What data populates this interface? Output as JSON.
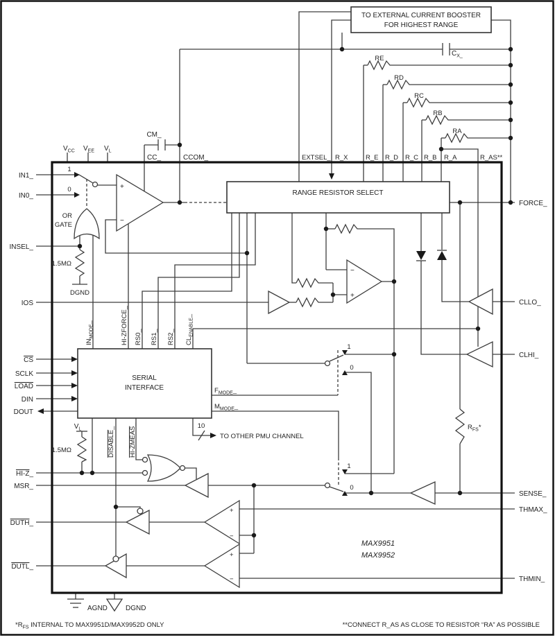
{
  "boxes": {
    "booster1": "TO EXTERNAL CURRENT BOOSTER",
    "booster2": "FOR HIGHEST RANGE",
    "range": "RANGE RESISTOR SELECT",
    "serial1": "SERIAL",
    "serial2": "INTERFACE"
  },
  "power": {
    "vcc_pre": "V",
    "vcc_sub": "CC",
    "vee_pre": "V",
    "vee_sub": "EE",
    "vl_pre": "V",
    "vl_sub": "L"
  },
  "caps": {
    "cm": "CM_",
    "cc": "CC_",
    "ccom": "CCOM_",
    "cx_pre": "C",
    "cx_sub": "X_"
  },
  "top_pins": {
    "extsel": "EXTSEL_",
    "rx": "R_X",
    "re": "R_E",
    "rd": "R_D",
    "rc": "R_C",
    "rb": "R_B",
    "ra": "R_A",
    "ras": "R_AS**"
  },
  "resistors": {
    "re": "RE",
    "rd": "RD",
    "rc": "RC",
    "rb": "RB",
    "ra": "RA",
    "r15m": "1.5MΩ",
    "rfs_pre": "R",
    "rfs_sub": "FS",
    "rfs_tail": "*"
  },
  "left_pins": {
    "in1": "IN1_",
    "in0": "IN0_",
    "insel": "INSEL_",
    "ios": "IOS",
    "cs": "CS",
    "sclk": "SCLK",
    "load": "LOAD",
    "din": "DIN",
    "dout": "DOUT",
    "hiz_ov": "HI-Z",
    "hiz_tail": "_",
    "msr": "MSR_",
    "duth_ov": "DUTH",
    "duth_tail": "_",
    "dutl_ov": "DUTL",
    "dutl_tail": "_"
  },
  "right_pins": {
    "force": "FORCE_",
    "cllo": "CLLO_",
    "clhi": "CLHI_",
    "sense": "SENSE_",
    "thmax": "THMAX_",
    "thmin": "THMIN_"
  },
  "serial_ctl": {
    "inmode_pre": "IN",
    "inmode_sub": "MODE",
    "inmode_tail": "_",
    "hizforce": "HI-ZFORCE_",
    "rs0": "RS0_",
    "rs1": "RS1_",
    "rs2": "RS2_",
    "clen_pre": "CL",
    "clen_sub": "ENABLE",
    "clen_tail": "_",
    "fmode_pre": "F",
    "fmode_sub": "MODE",
    "fmode_tail": "_",
    "mmode_pre": "M",
    "mmode_sub": "MODE",
    "mmode_tail": "_",
    "disable_ov": "DISABLE",
    "disable_tail": "_",
    "hizmeas_ov": "HI-ZMEAS",
    "hizmeas_tail": "_"
  },
  "misc": {
    "or1": "OR",
    "or2": "GATE",
    "dgnd": "DGND",
    "agnd": "AGND",
    "one": "1",
    "zero": "0",
    "ten": "10",
    "to_other": "TO OTHER PMU CHANNEL",
    "plus": "+",
    "minus": "−",
    "part1": "MAX9951",
    "part2": "MAX9952"
  },
  "footnotes": {
    "left_pre": "*R",
    "left_sub": "FS",
    "left_rest": " INTERNAL TO MAX9951D/MAX9952D ONLY",
    "right": "**CONNECT R_AS AS CLOSE TO RESISTOR “RA” AS POSSIBLE"
  }
}
